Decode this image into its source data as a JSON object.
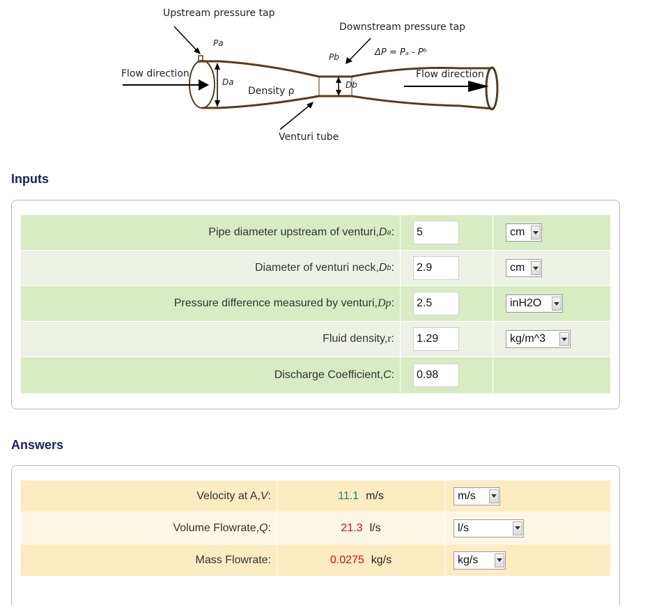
{
  "diagram": {
    "upstream_tap": "Upstream pressure tap",
    "downstream_tap": "Downstream pressure tap",
    "flow_left": "Flow direction",
    "flow_right": "Flow direction",
    "density": "Density ρ",
    "venturi": "Venturi tube",
    "dp_formula": "ΔP = Pₐ - Pᵇ",
    "pa": "Pa",
    "pb": "Pb",
    "da": "Da",
    "db": "Db"
  },
  "inputs": {
    "title": "Inputs",
    "rows": [
      {
        "label": "Pipe diameter upstream of venturi, ",
        "sym": "D",
        "sub": "a",
        "suffix": ":",
        "value": "5",
        "unit": "cm"
      },
      {
        "label": "Diameter of venturi neck, ",
        "sym": "D",
        "sub": "b",
        "suffix": ":",
        "value": "2.9",
        "unit": "cm"
      },
      {
        "label": "Pressure difference measured by venturi, ",
        "sym": "Dp",
        "sub": "",
        "suffix": ":",
        "value": "2.5",
        "unit": "inH2O"
      },
      {
        "label": "Fluid density, ",
        "sym": "r",
        "sub": "",
        "suffix": ":",
        "value": "1.29",
        "unit": "kg/m^3"
      },
      {
        "label": "Discharge Coefficient, ",
        "sym": "C",
        "sub": "",
        "suffix": ":",
        "value": "0.98",
        "unit": ""
      }
    ]
  },
  "answers": {
    "title": "Answers",
    "rows": [
      {
        "label": "Velocity at A, ",
        "sym": "V",
        "suffix": ":",
        "value": "11.1",
        "unit_text": "m/s",
        "unit": "m/s",
        "color": "#1a7f7a"
      },
      {
        "label": "Volume Flowrate, ",
        "sym": "Q",
        "suffix": ":",
        "value": "21.3",
        "unit_text": "l/s",
        "unit": "l/s",
        "color": "#cc1111"
      },
      {
        "label": "Mass Flowrate:",
        "sym": "",
        "suffix": "",
        "value": "0.0275",
        "unit_text": "kg/s",
        "unit": "kg/s",
        "color": "#cc1111"
      }
    ]
  }
}
